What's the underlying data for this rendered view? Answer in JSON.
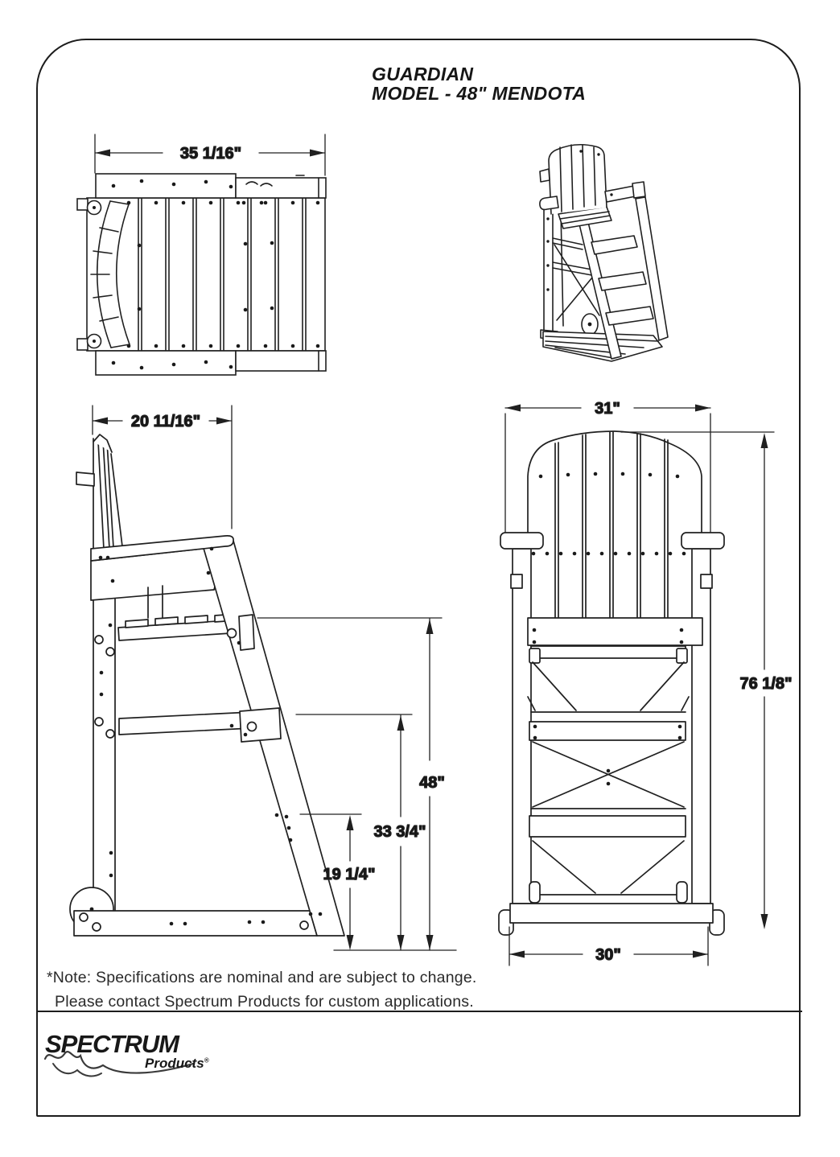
{
  "title": {
    "line1": "GUARDIAN",
    "line2": "MODEL - 48\" MENDOTA"
  },
  "dimensions": {
    "top_width": "35 1/16\"",
    "seat_depth": "20 11/16\"",
    "platform_height": "48\"",
    "mid_height": "33 3/4\"",
    "low_height": "19 1/4\"",
    "front_width": "31\"",
    "total_height": "76 1/8\"",
    "base_width": "30\""
  },
  "note": {
    "line1": "*Note: Specifications are nominal and are subject to change.",
    "line2": "Please contact Spectrum Products for custom applications."
  },
  "logo": {
    "brand": "SPECTRUM",
    "product": "Products",
    "reg": "®"
  }
}
